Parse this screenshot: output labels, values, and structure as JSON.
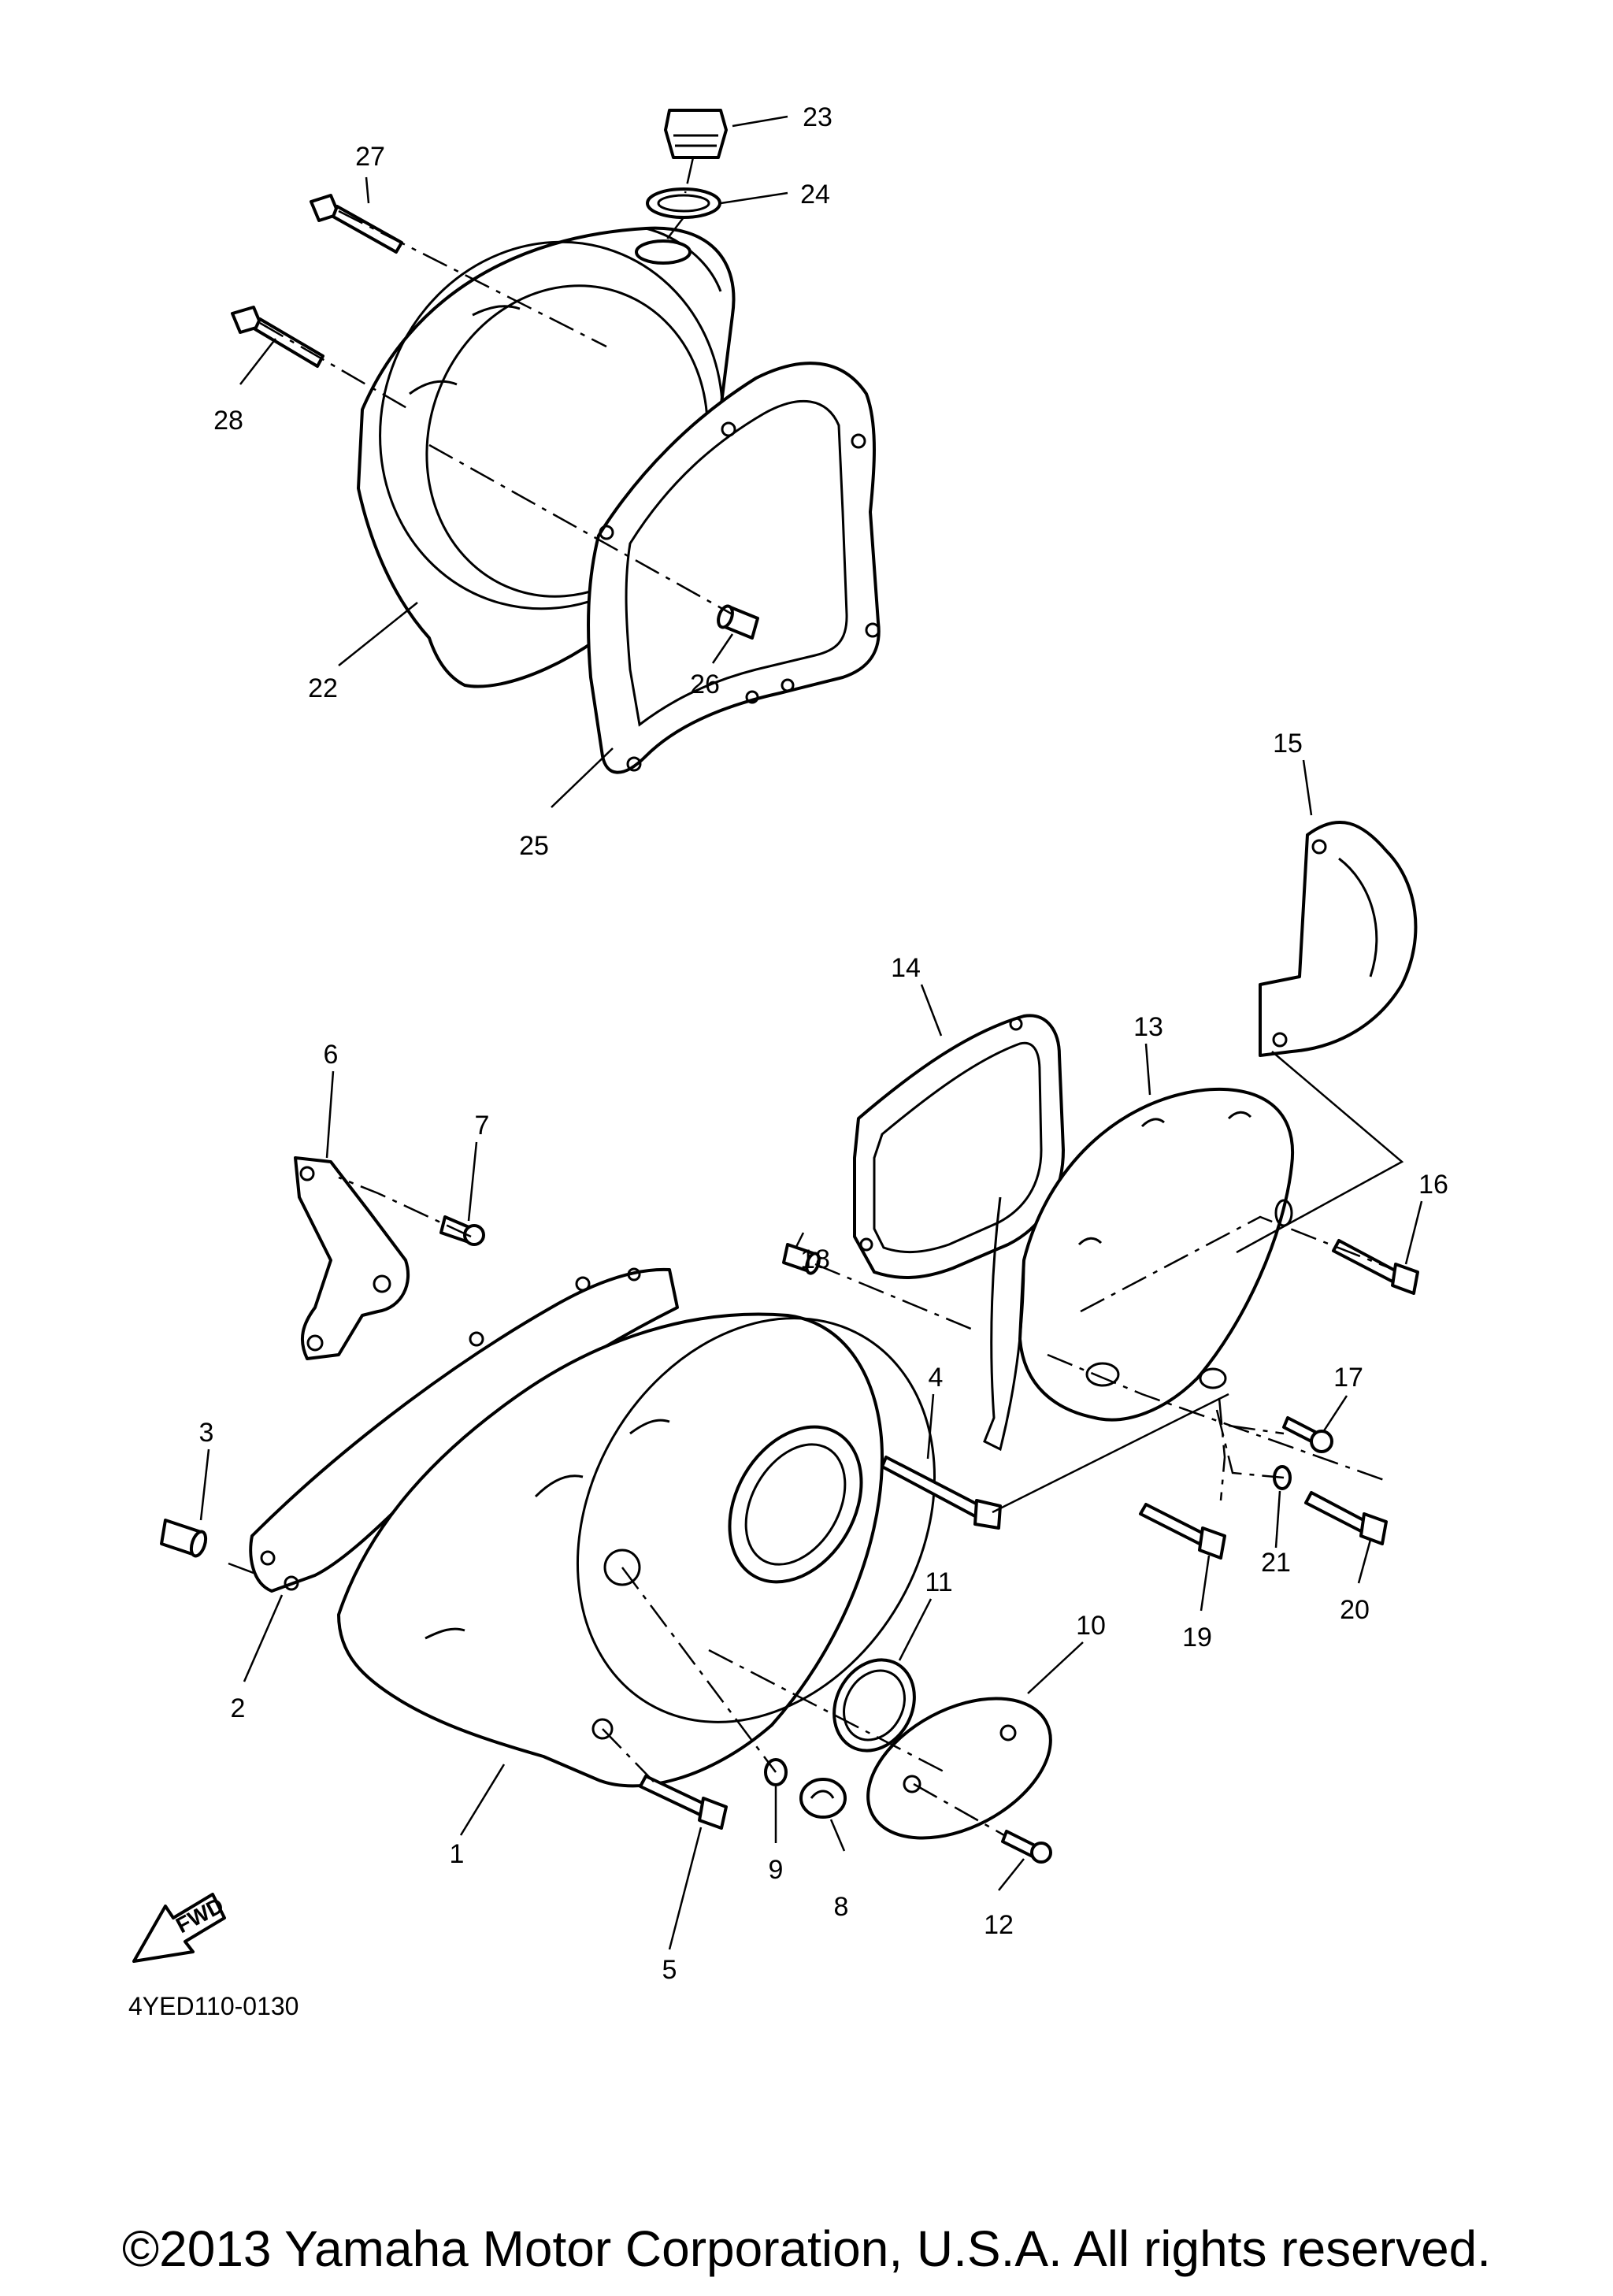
{
  "diagram": {
    "code": "4YED110-0130",
    "fwd_label": "FWD",
    "copyright": "©2013 Yamaha Motor Corporation, U.S.A. All rights reserved."
  },
  "callouts": [
    "1",
    "2",
    "3",
    "4",
    "5",
    "6",
    "7",
    "8",
    "9",
    "10",
    "11",
    "12",
    "13",
    "14",
    "15",
    "16",
    "17",
    "18",
    "19",
    "20",
    "21",
    "22",
    "23",
    "24",
    "25",
    "26",
    "27",
    "28"
  ]
}
